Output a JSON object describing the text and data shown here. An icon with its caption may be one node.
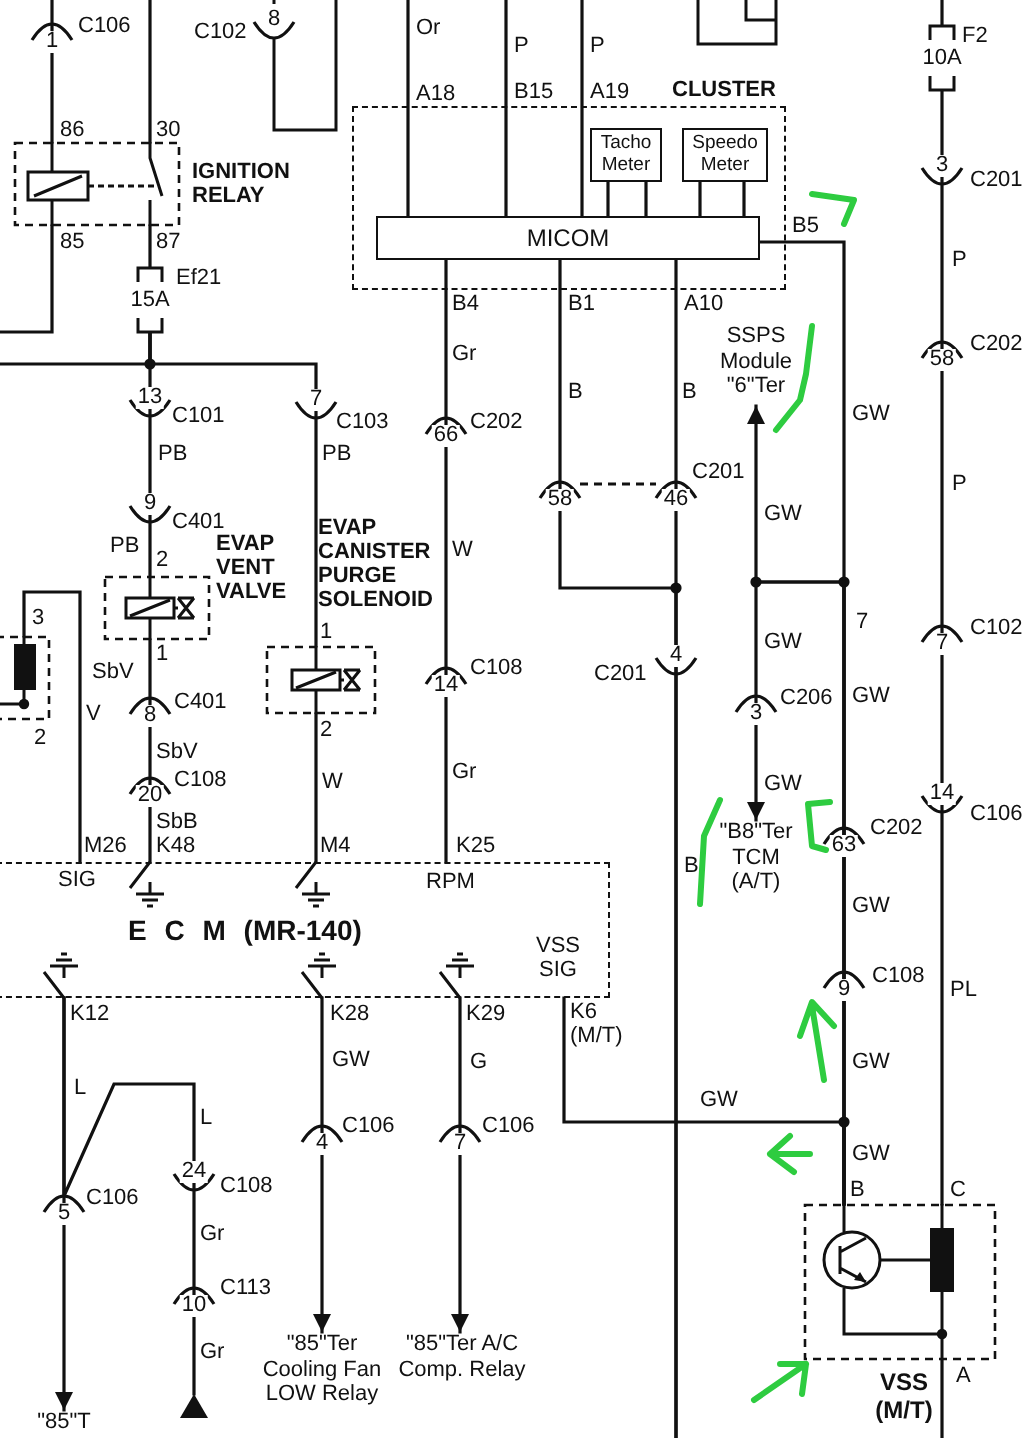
{
  "diagram": {
    "nodes": [
      {
        "text": [
          "IGNITION RELAY"
        ]
      },
      {
        "text": [
          "15A"
        ],
        "beside": [
          "Ef21"
        ]
      },
      {
        "text": [
          "CLUSTER"
        ]
      },
      {
        "text": [
          "Tacho Meter"
        ],
        "in": 2
      },
      {
        "text": [
          "Speedo Meter"
        ],
        "in": 2
      },
      {
        "text": [
          "MICOM"
        ],
        "in": 2
      },
      {
        "text": [
          "10A"
        ],
        "beside": [
          "F2"
        ]
      },
      {
        "text": [
          "EVAP VENT VALVE"
        ]
      },
      {
        "text": [
          "EVAP CANISTER PURGE SOLENOID"
        ]
      },
      {
        "text": [
          "E C M (MR-140)"
        ]
      },
      {
        "text": [
          "SSPS Module \"6\"Ter"
        ]
      },
      {
        "text": [
          "\"B8\"Ter TCM (A/T)"
        ]
      },
      {
        "text": [
          "VSS (M/T)"
        ]
      },
      {
        "text": [
          "\"85\"Ter Cooling Fan LOW Relay"
        ]
      },
      {
        "text": [
          "\"85\"Ter A/C Comp. Relay"
        ]
      },
      {
        "text": [
          "\"85\"T"
        ]
      },
      {
        "text": [],
        "shape": "triangle"
      },
      {
        "text": [],
        "shape": "box",
        "beside": [
          "3",
          "2"
        ]
      }
    ],
    "edges": [
      {
        "from": null,
        "to": 0,
        "arrow": "none"
      },
      {
        "from": 0,
        "to": null,
        "arrow": "none"
      },
      {
        "from": null,
        "to": 0,
        "arrow": "none"
      },
      {
        "from": 0,
        "to": 1,
        "arrow": "none"
      },
      {
        "from": 1,
        "to": 7,
        "arrow": "none"
      },
      {
        "from": 1,
        "to": 8,
        "arrow": "none"
      },
      {
        "from": 1,
        "to": null,
        "arrow": "none"
      },
      {
        "from": 7,
        "to": 9,
        "arrow": "none"
      },
      {
        "from": 8,
        "to": 9,
        "arrow": "none"
      },
      {
        "from": null,
        "to": 5,
        "arrow": "none"
      },
      {
        "from": null,
        "to": 5,
        "arrow": "none"
      },
      {
        "from": null,
        "to": 5,
        "arrow": "none"
      },
      {
        "from": 3,
        "to": 5,
        "arrow": "none"
      },
      {
        "from": 3,
        "to": 5,
        "arrow": "none"
      },
      {
        "from": 4,
        "to": 5,
        "arrow": "none"
      },
      {
        "from": 4,
        "to": 5,
        "arrow": "none"
      },
      {
        "from": 5,
        "to": 9,
        "arrow": "none"
      },
      {
        "from": 5,
        "to": null,
        "arrow": "none"
      },
      {
        "from": 5,
        "to": null,
        "arrow": "none"
      },
      {
        "from": 5,
        "to": 12,
        "arrow": "none"
      },
      {
        "from": 12,
        "to": 10,
        "arrow": "to"
      },
      {
        "from": 12,
        "to": 11,
        "arrow": "to"
      },
      {
        "from": 12,
        "to": 9,
        "arrow": "none"
      },
      {
        "from": null,
        "to": 6,
        "arrow": "none"
      },
      {
        "from": 6,
        "to": 12,
        "arrow": "none"
      },
      {
        "from": 12,
        "to": null,
        "arrow": "none"
      },
      {
        "from": 9,
        "to": 15,
        "arrow": "to"
      },
      {
        "from": 9,
        "to": 16,
        "arrow": "none"
      },
      {
        "from": 9,
        "to": 13,
        "arrow": "to"
      },
      {
        "from": 9,
        "to": 14,
        "arrow": "to"
      },
      {
        "from": 17,
        "to": 9,
        "arrow": "none"
      }
    ],
    "labels": [
      "C106",
      "1",
      "C102",
      "8",
      "Or",
      "P",
      "P",
      "A18",
      "B15",
      "A19",
      "86",
      "30",
      "85",
      "87",
      "B5",
      "3",
      "C201",
      "P",
      "58",
      "C202",
      "B4",
      "B1",
      "A10",
      "Gr",
      "B",
      "B",
      "GW",
      "66",
      "C202",
      "C201",
      "58",
      "46",
      "GW",
      "7",
      "P",
      "GW",
      "C102",
      "7",
      "C201",
      "4",
      "C206",
      "GW",
      "3",
      "GW",
      "14",
      "C106",
      "C202",
      "63",
      "B",
      "GW",
      "13",
      "C101",
      "7",
      "C103",
      "PB",
      "PB",
      "9",
      "C401",
      "PB",
      "2",
      "W",
      "1",
      "1",
      "SbV",
      "C108",
      "V",
      "8",
      "C401",
      "14",
      "2",
      "SbV",
      "Gr",
      "C108",
      "W",
      "20",
      "SbB",
      "M26",
      "K48",
      "M4",
      "K25",
      "SIG",
      "RPM",
      "VSS SIG",
      "C108",
      "9",
      "PL",
      "K12",
      "K28",
      "K29",
      "K6 (M/T)",
      "GW",
      "G",
      "GW",
      "L",
      "GW",
      "L",
      "C106",
      "C106",
      "4",
      "7",
      "GW",
      "24",
      "C108",
      "B",
      "C",
      "C106",
      "5",
      "Gr",
      "C113",
      "10",
      "Gr",
      "A"
    ]
  }
}
